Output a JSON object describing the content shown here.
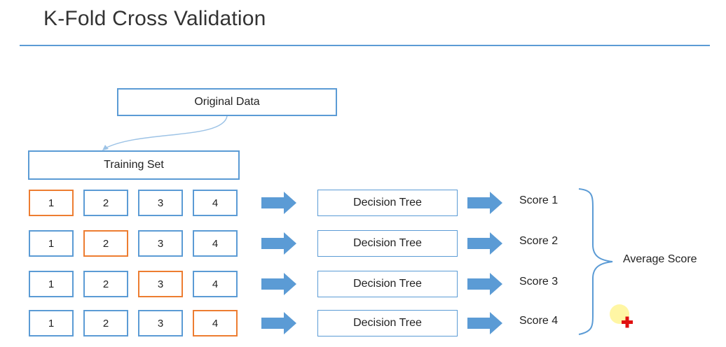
{
  "title": "K-Fold Cross Validation",
  "original_data": "Original Data",
  "training_set": "Training Set",
  "rows": [
    {
      "folds": [
        "1",
        "2",
        "3",
        "4"
      ],
      "test_index": 0,
      "model": "Decision Tree",
      "score": "Score 1"
    },
    {
      "folds": [
        "1",
        "2",
        "3",
        "4"
      ],
      "test_index": 1,
      "model": "Decision Tree",
      "score": "Score 2"
    },
    {
      "folds": [
        "1",
        "2",
        "3",
        "4"
      ],
      "test_index": 2,
      "model": "Decision Tree",
      "score": "Score 3"
    },
    {
      "folds": [
        "1",
        "2",
        "3",
        "4"
      ],
      "test_index": 3,
      "model": "Decision Tree",
      "score": "Score 4"
    }
  ],
  "average_score": "Average Score",
  "colors": {
    "accent": "#5b9bd5",
    "test_fold": "#ed7d31",
    "cursor_highlight": "#fff59a",
    "cursor_plus": "#e01010"
  }
}
